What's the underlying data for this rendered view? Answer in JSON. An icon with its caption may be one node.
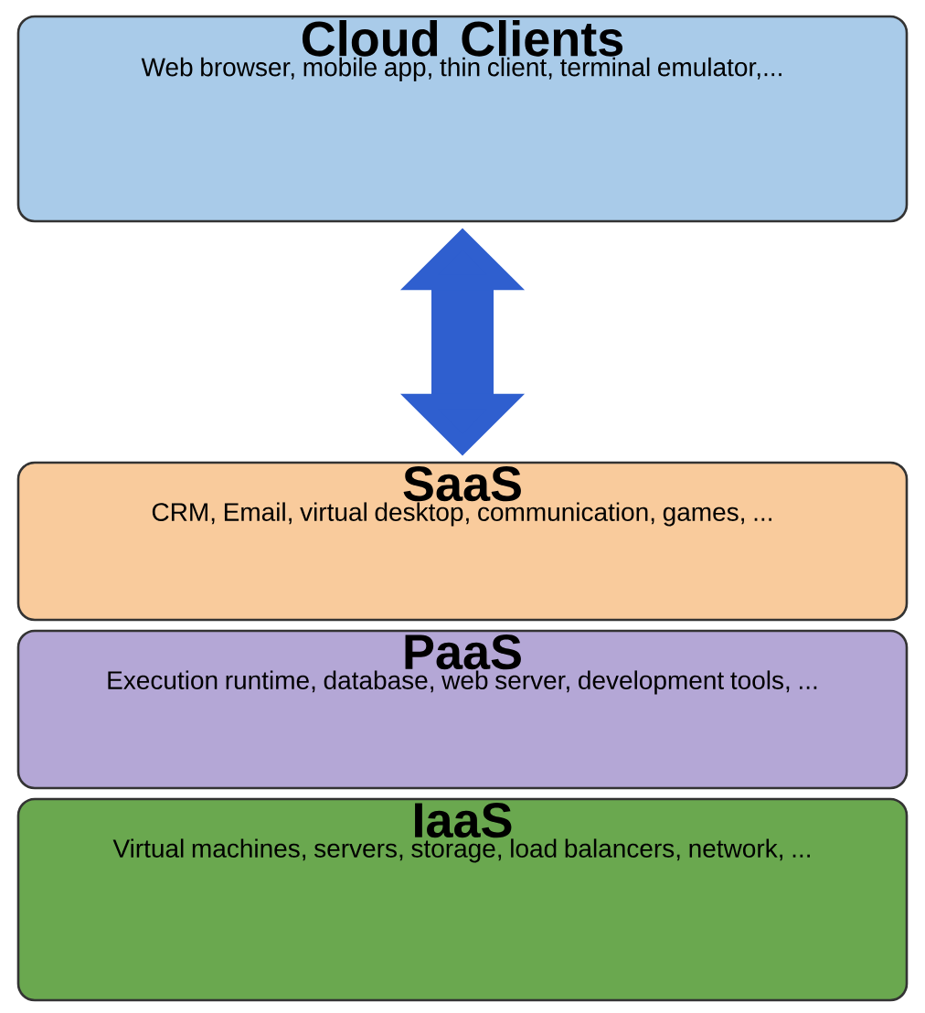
{
  "diagram": {
    "nodes": [
      {
        "text": [
          "Cloud Clients",
          "Web browser, mobile app, thin client, terminal emulator,..."
        ]
      },
      {
        "text": [
          "SaaS",
          "CRM, Email, virtual desktop, communication, games, ..."
        ]
      },
      {
        "text": [
          "PaaS",
          "Execution runtime, database, web server, development tools, ..."
        ]
      },
      {
        "text": [
          "IaaS",
          "Virtual machines, servers, storage, load balancers, network, ..."
        ]
      }
    ],
    "edges": [
      {
        "from": 0,
        "to": 1,
        "arrow": "both"
      }
    ]
  }
}
